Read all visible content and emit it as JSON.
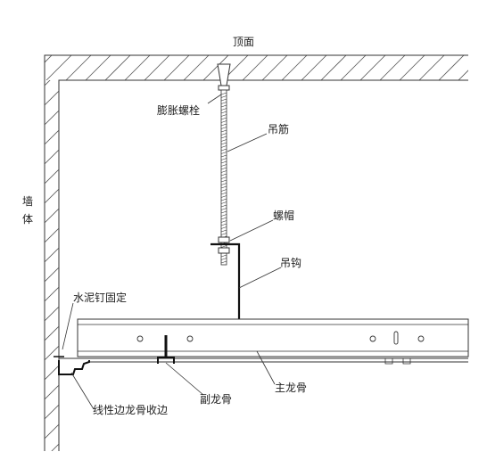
{
  "labels": {
    "ceiling": "顶面",
    "wall": "墙体",
    "expansion_bolt": "膨胀螺栓",
    "hanger_rod": "吊筋",
    "nut": "螺帽",
    "hanger_hook": "吊钩",
    "cement_nail": "水泥钉固定",
    "edge_trim": "线性边龙骨收边",
    "secondary_keel": "副龙骨",
    "main_keel": "主龙骨"
  }
}
